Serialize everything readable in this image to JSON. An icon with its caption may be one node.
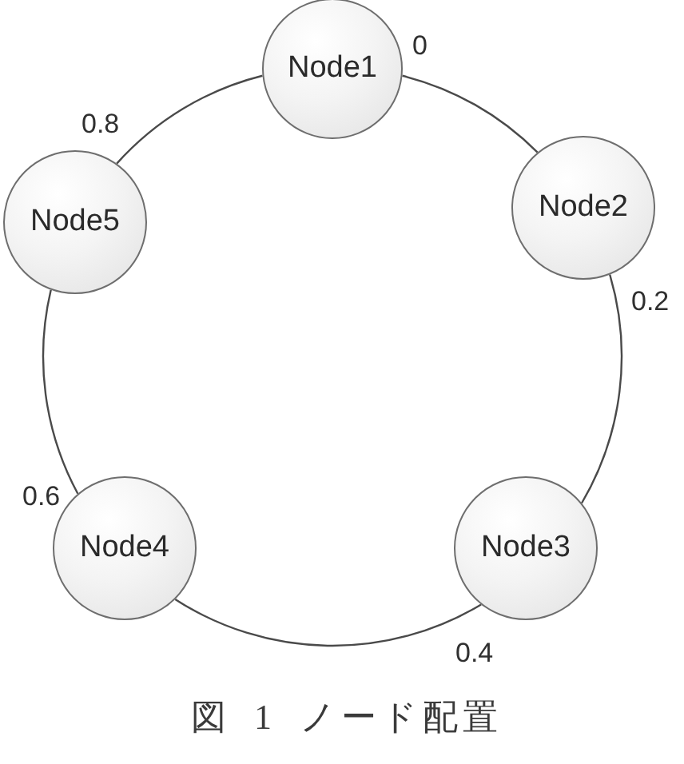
{
  "diagram": {
    "caption": "図 1 ノード配置",
    "nodes": [
      {
        "text": [
          "Node1"
        ],
        "beside": [
          "0"
        ]
      },
      {
        "text": [
          "Node2"
        ],
        "beside": [
          "0.2"
        ]
      },
      {
        "text": [
          "Node3"
        ],
        "beside": [
          "0.4"
        ]
      },
      {
        "text": [
          "Node4"
        ],
        "beside": [
          "0.6"
        ]
      },
      {
        "text": [
          "Node5"
        ],
        "beside": [
          "0.8"
        ]
      }
    ],
    "edges": [
      {
        "from": 0,
        "to": 1,
        "arrow": "none"
      },
      {
        "from": 1,
        "to": 2,
        "arrow": "none"
      },
      {
        "from": 2,
        "to": 3,
        "arrow": "none"
      },
      {
        "from": 3,
        "to": 4,
        "arrow": "none"
      },
      {
        "from": 4,
        "to": 0,
        "arrow": "none"
      }
    ]
  }
}
